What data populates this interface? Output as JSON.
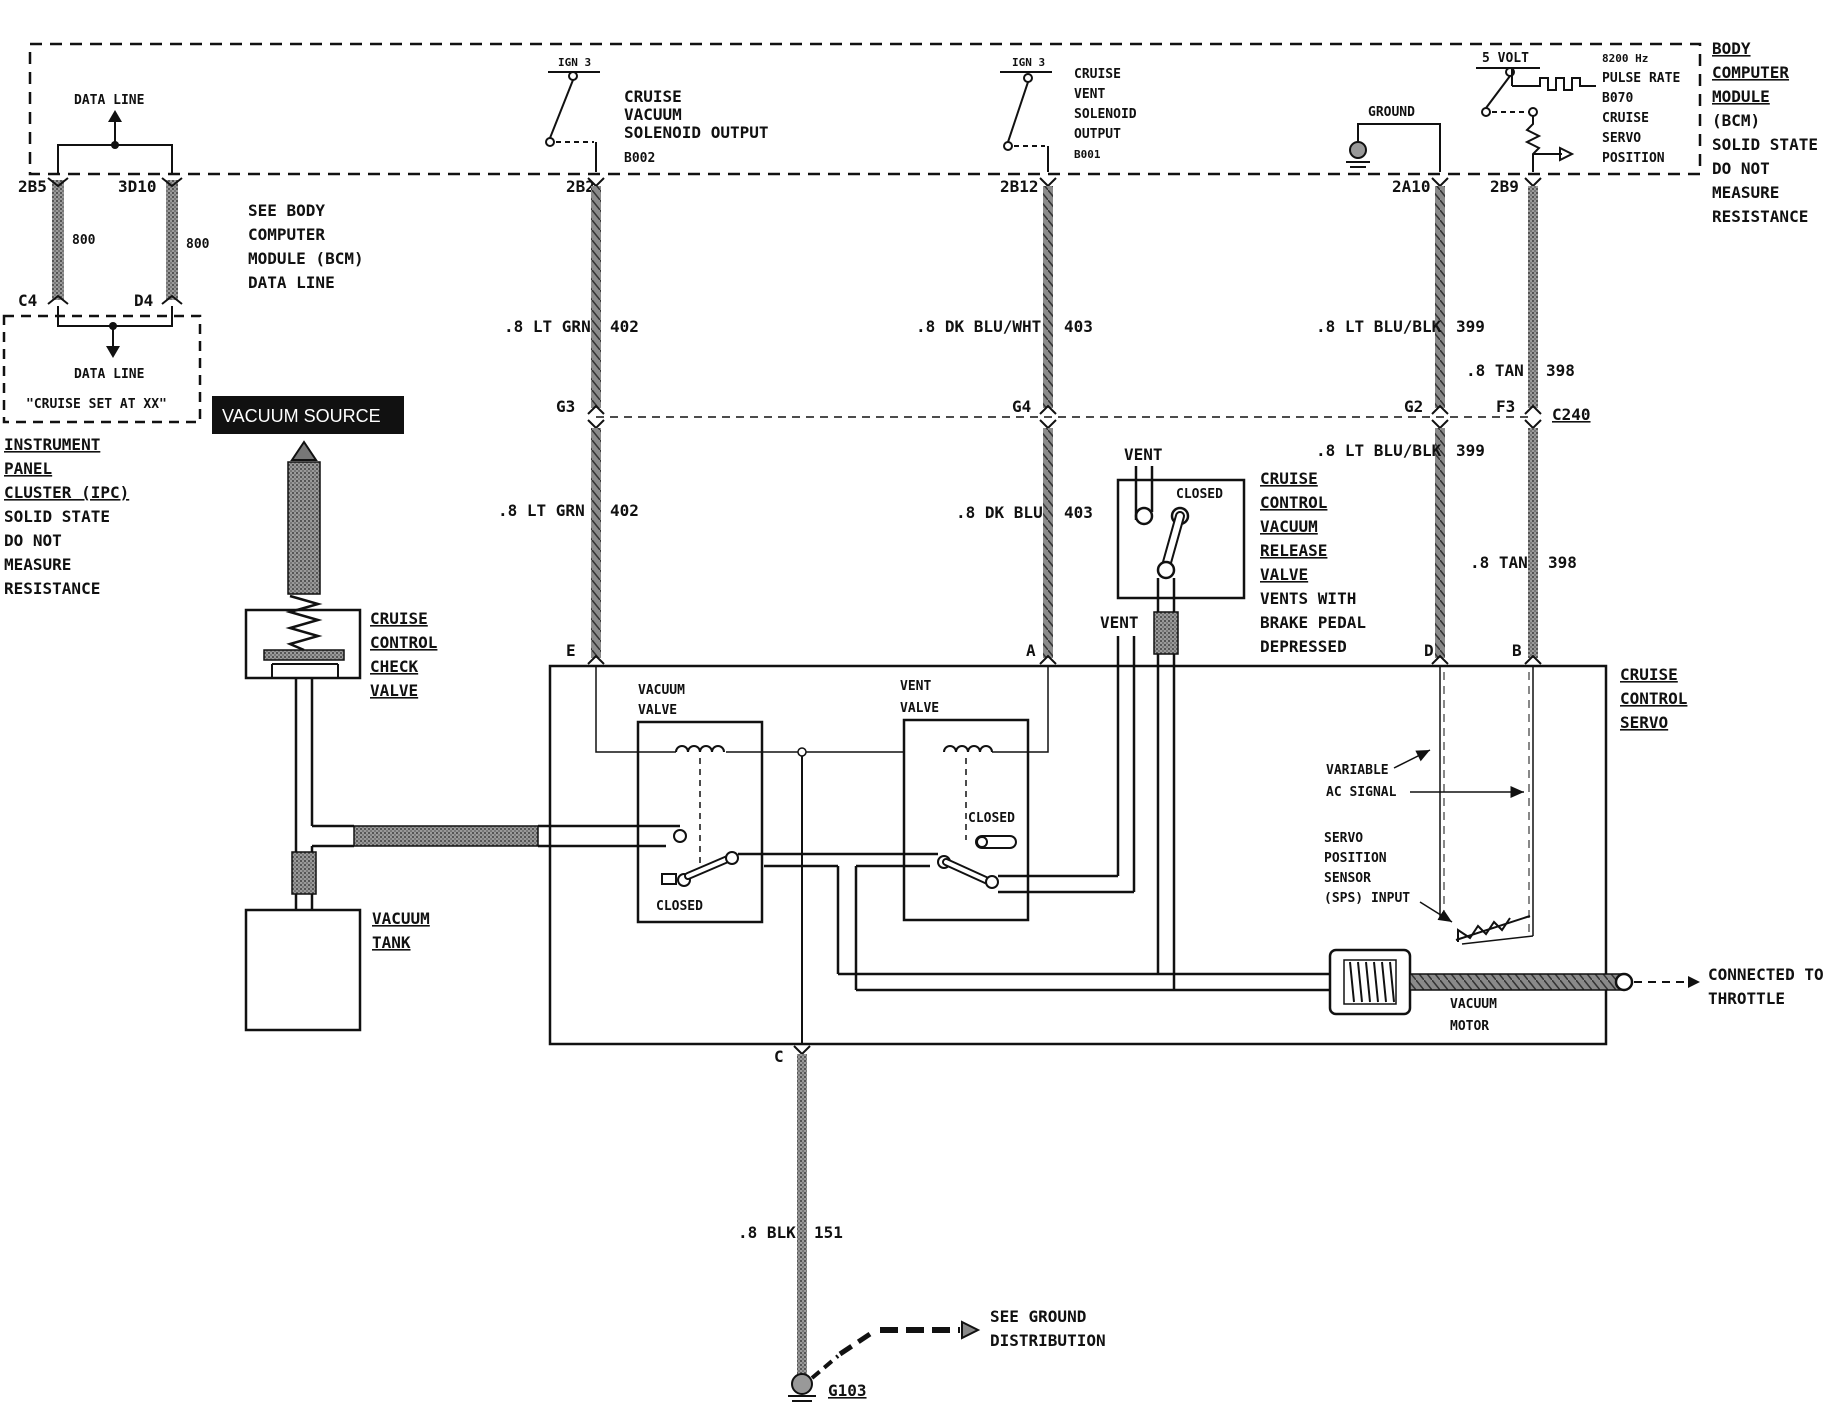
{
  "bcm": {
    "title_lines": [
      "BODY",
      "COMPUTER",
      "MODULE"
    ],
    "sub_lines": [
      "(BCM)",
      "SOLID STATE",
      "DO NOT",
      "MEASURE",
      "RESISTANCE"
    ],
    "data_line": "DATA LINE",
    "ign_left": "IGN 3",
    "ign_mid": "IGN 3",
    "vacuum_out_lines": [
      "CRUISE",
      "VACUUM",
      "SOLENOID OUTPUT"
    ],
    "vacuum_out_code": "B002",
    "vent_out_lines": [
      "CRUISE",
      "VENT",
      "SOLENOID",
      "OUTPUT"
    ],
    "vent_out_code": "B001",
    "ground": "GROUND",
    "five_volt": "5 VOLT",
    "pulse_lines": [
      "8200 Hz",
      "PULSE RATE",
      "B070"
    ],
    "servo_pos_lines": [
      "CRUISE",
      "SERVO",
      "POSITION"
    ]
  },
  "terminals": {
    "t2b5": "2B5",
    "t3d10": "3D10",
    "t2b2": "2B2",
    "t2b12": "2B12",
    "t2a10": "2A10",
    "t2b9": "2B9",
    "c4": "C4",
    "d4": "D4",
    "g3": "G3",
    "g4": "G4",
    "g2": "G2",
    "f3": "F3",
    "c240": "C240",
    "e": "E",
    "a": "A",
    "d": "D",
    "b": "B",
    "c": "C",
    "g103": "G103"
  },
  "wires": {
    "w800a": "800",
    "w800b": "800",
    "lt_grn": ".8 LT GRN",
    "n402": "402",
    "dk_blu_wht": ".8 DK BLU/WHT",
    "n403": "403",
    "lt_blu_blk": ".8 LT BLU/BLK",
    "n399": "399",
    "tan": ".8 TAN",
    "n398": "398",
    "dk_blu": ".8 DK BLU",
    "blk": ".8 BLK",
    "n151": "151"
  },
  "see_bcm_lines": [
    "SEE BODY",
    "COMPUTER",
    "MODULE (BCM)",
    "DATA LINE"
  ],
  "ipc": {
    "data_line": "DATA LINE",
    "message": "\"CRUISE SET AT XX\"",
    "title_lines": [
      "INSTRUMENT",
      "PANEL",
      "CLUSTER (IPC)"
    ],
    "sub_lines": [
      "SOLID STATE",
      "DO NOT",
      "MEASURE",
      "RESISTANCE"
    ]
  },
  "vacuum_source": "VACUUM SOURCE",
  "check_valve_lines": [
    "CRUISE",
    "CONTROL",
    "CHECK",
    "VALVE"
  ],
  "vacuum_tank_lines": [
    "VACUUM",
    "TANK"
  ],
  "release_valve": {
    "vent": "VENT",
    "closed": "CLOSED",
    "title_lines": [
      "CRUISE",
      "CONTROL",
      "VACUUM",
      "RELEASE",
      "VALVE"
    ],
    "sub_lines": [
      "VENTS WITH",
      "BRAKE PEDAL",
      "DEPRESSED"
    ]
  },
  "vent_label": "VENT",
  "servo": {
    "title_lines": [
      "CRUISE",
      "CONTROL",
      "SERVO"
    ],
    "vacuum_valve_lines": [
      "VACUUM",
      "VALVE"
    ],
    "vent_valve_lines": [
      "VENT",
      "VALVE"
    ],
    "closed_vac": "CLOSED",
    "closed_vent": "CLOSED",
    "variable_lines": [
      "VARIABLE",
      "AC SIGNAL"
    ],
    "sps_lines": [
      "SERVO",
      "POSITION",
      "SENSOR",
      "(SPS) INPUT"
    ],
    "vacuum_motor_lines": [
      "VACUUM",
      "MOTOR"
    ]
  },
  "throttle_lines": [
    "CONNECTED TO",
    "THROTTLE"
  ],
  "ground_dist_lines": [
    "SEE GROUND",
    "DISTRIBUTION"
  ]
}
